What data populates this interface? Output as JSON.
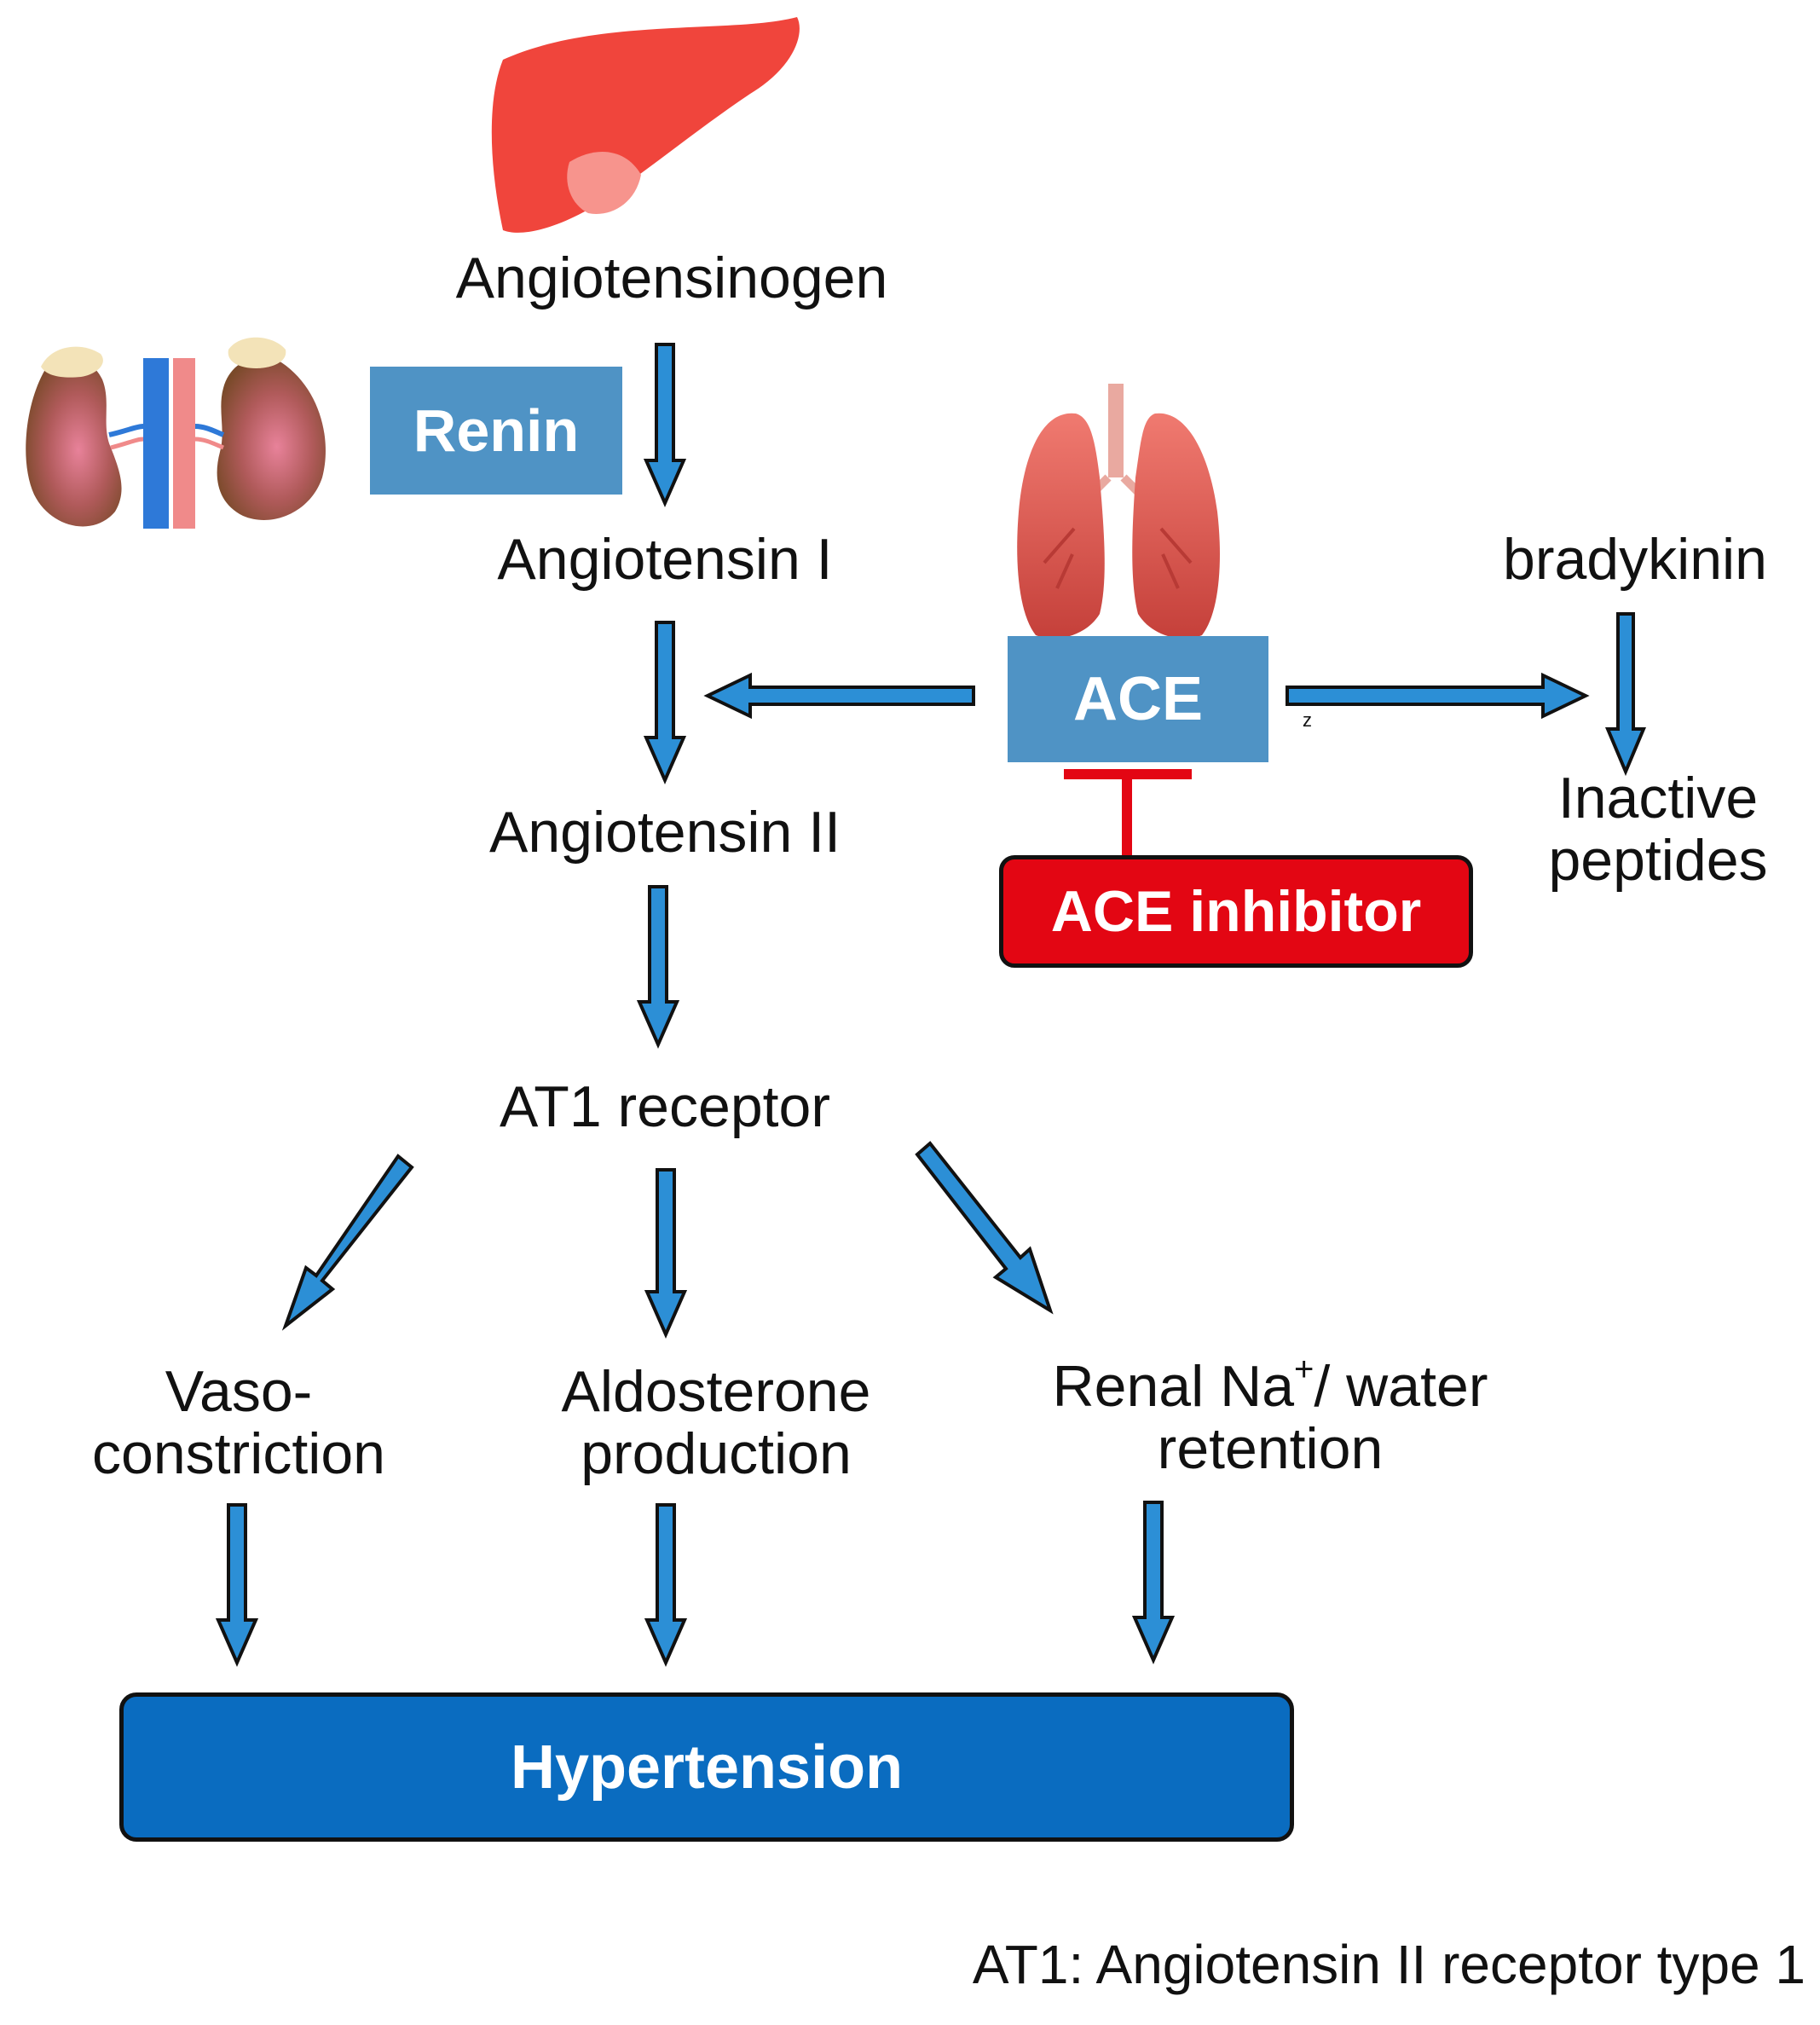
{
  "nodes": {
    "angiotensinogen": "Angiotensinogen",
    "renin": "Renin",
    "angiotensin_1": "Angiotensin I",
    "angiotensin_2": "Angiotensin II",
    "at1_receptor": "AT1 receptor",
    "ace": "ACE",
    "ace_inhibitor": "ACE inhibitor",
    "bradykinin": "bradykinin",
    "inactive_peptides_line1": "Inactive",
    "inactive_peptides_line2": "peptides",
    "vaso_line1": "Vaso-",
    "vaso_line2": "constriction",
    "aldo_line1": "Aldosterone",
    "aldo_line2": "production",
    "renal_prefix": "Renal Na",
    "renal_sup": "+",
    "renal_suffix": "/ water",
    "renal_line2": "retention",
    "hypertension": "Hypertension",
    "stray_mark": "z"
  },
  "footnote": "AT1: Angiotensin II receptor type 1",
  "icons": [
    "liver-icon",
    "kidneys-icon",
    "lungs-icon"
  ],
  "colors": {
    "arrow_fill": "#2c8fd6",
    "box_blue": "#4f93c5",
    "inhibitor_red": "#e30613",
    "hypertension_blue": "#0a6cc0",
    "liver_red": "#f0453c",
    "lung_red": "#d9534f"
  }
}
